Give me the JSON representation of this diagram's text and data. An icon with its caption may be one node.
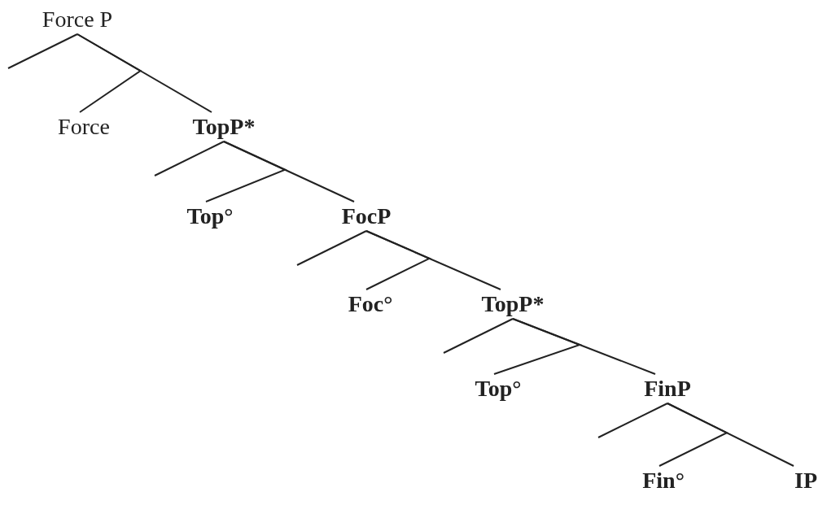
{
  "diagram": {
    "nodes": [
      {
        "text": [
          "Force P"
        ]
      },
      {
        "text": [
          "Force"
        ]
      },
      {
        "text": [
          "TopP*"
        ]
      },
      {
        "text": [
          "Top°"
        ]
      },
      {
        "text": [
          "FocP"
        ]
      },
      {
        "text": [
          "Foc°"
        ]
      },
      {
        "text": [
          "TopP*"
        ]
      },
      {
        "text": [
          "Top°"
        ]
      },
      {
        "text": [
          "FinP"
        ]
      },
      {
        "text": [
          "Fin°"
        ]
      },
      {
        "text": [
          "IP"
        ]
      }
    ],
    "edges": [
      {
        "from": 0,
        "to": null,
        "arrow": "none"
      },
      {
        "from": 0,
        "to": 1,
        "arrow": "none"
      },
      {
        "from": 0,
        "to": 2,
        "arrow": "none"
      },
      {
        "from": 2,
        "to": null,
        "arrow": "none"
      },
      {
        "from": 2,
        "to": 3,
        "arrow": "none"
      },
      {
        "from": 2,
        "to": 4,
        "arrow": "none"
      },
      {
        "from": 4,
        "to": null,
        "arrow": "none"
      },
      {
        "from": 4,
        "to": 5,
        "arrow": "none"
      },
      {
        "from": 4,
        "to": 6,
        "arrow": "none"
      },
      {
        "from": 6,
        "to": null,
        "arrow": "none"
      },
      {
        "from": 6,
        "to": 7,
        "arrow": "none"
      },
      {
        "from": 6,
        "to": 8,
        "arrow": "none"
      },
      {
        "from": 8,
        "to": null,
        "arrow": "none"
      },
      {
        "from": 8,
        "to": 9,
        "arrow": "none"
      },
      {
        "from": 8,
        "to": 10,
        "arrow": "none"
      }
    ]
  }
}
